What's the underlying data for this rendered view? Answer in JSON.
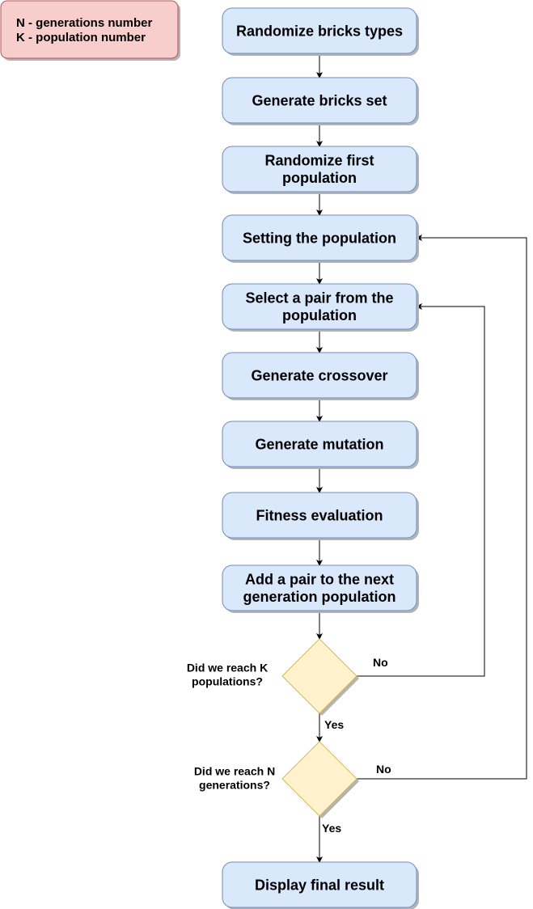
{
  "legend": {
    "lines": [
      "N - generations number",
      "K - population number"
    ]
  },
  "steps": [
    {
      "lines": [
        "Randomize bricks types"
      ]
    },
    {
      "lines": [
        "Generate bricks set"
      ]
    },
    {
      "lines": [
        "Randomize first",
        "population"
      ]
    },
    {
      "lines": [
        "Setting the population"
      ]
    },
    {
      "lines": [
        "Select a pair from the",
        "population"
      ]
    },
    {
      "lines": [
        "Generate crossover"
      ]
    },
    {
      "lines": [
        "Generate mutation"
      ]
    },
    {
      "lines": [
        "Fitness evaluation"
      ]
    },
    {
      "lines": [
        "Add a pair to the next",
        "generation population"
      ]
    }
  ],
  "decisions": [
    {
      "question": [
        "Did we reach K",
        "populations?"
      ],
      "yes_label": "Yes",
      "no_label": "No"
    },
    {
      "question": [
        "Did we reach N",
        "generations?"
      ],
      "yes_label": "Yes",
      "no_label": "No"
    }
  ],
  "final_step": {
    "lines": [
      "Display final result"
    ]
  },
  "colors": {
    "box_fill": "#dae8fc",
    "box_stroke": "#6c8ebf",
    "diamond_fill": "#fff2cc",
    "diamond_stroke": "#d6b656",
    "legend_fill": "#f8cecc",
    "legend_stroke": "#b85450",
    "shadow": "#b3b3b3",
    "edge": "#000000"
  }
}
